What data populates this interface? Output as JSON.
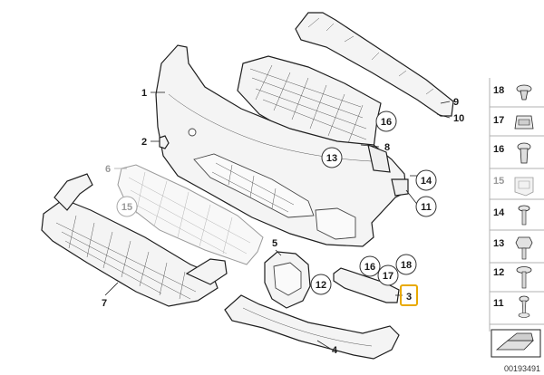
{
  "diagram_id": "00193491",
  "callouts": {
    "c1": "1",
    "c2": "2",
    "c3": "3",
    "c4": "4",
    "c5": "5",
    "c6": "6",
    "c7": "7",
    "c8": "8",
    "c9": "9",
    "c10": "10",
    "c11": "11",
    "c12": "12",
    "c13": "13",
    "c14": "14",
    "c15": "15",
    "c16a": "16",
    "c16b": "16",
    "c17": "17",
    "c18": "18"
  },
  "highlighted_callout": "3",
  "highlight_color": "#e8a900",
  "sidebar": {
    "items": [
      {
        "label": "18",
        "icon": "push-rivet-icon",
        "greyed": false
      },
      {
        "label": "17",
        "icon": "clip-nut-icon",
        "greyed": false
      },
      {
        "label": "16",
        "icon": "expanding-rivet-icon",
        "greyed": false
      },
      {
        "label": "15",
        "icon": "bracket-clip-icon",
        "greyed": true
      },
      {
        "label": "14",
        "icon": "screw-icon",
        "greyed": false
      },
      {
        "label": "13",
        "icon": "hex-bolt-icon",
        "greyed": false
      },
      {
        "label": "12",
        "icon": "flange-screw-icon",
        "greyed": false
      },
      {
        "label": "11",
        "icon": "sheet-metal-screw-icon",
        "greyed": false
      }
    ]
  }
}
